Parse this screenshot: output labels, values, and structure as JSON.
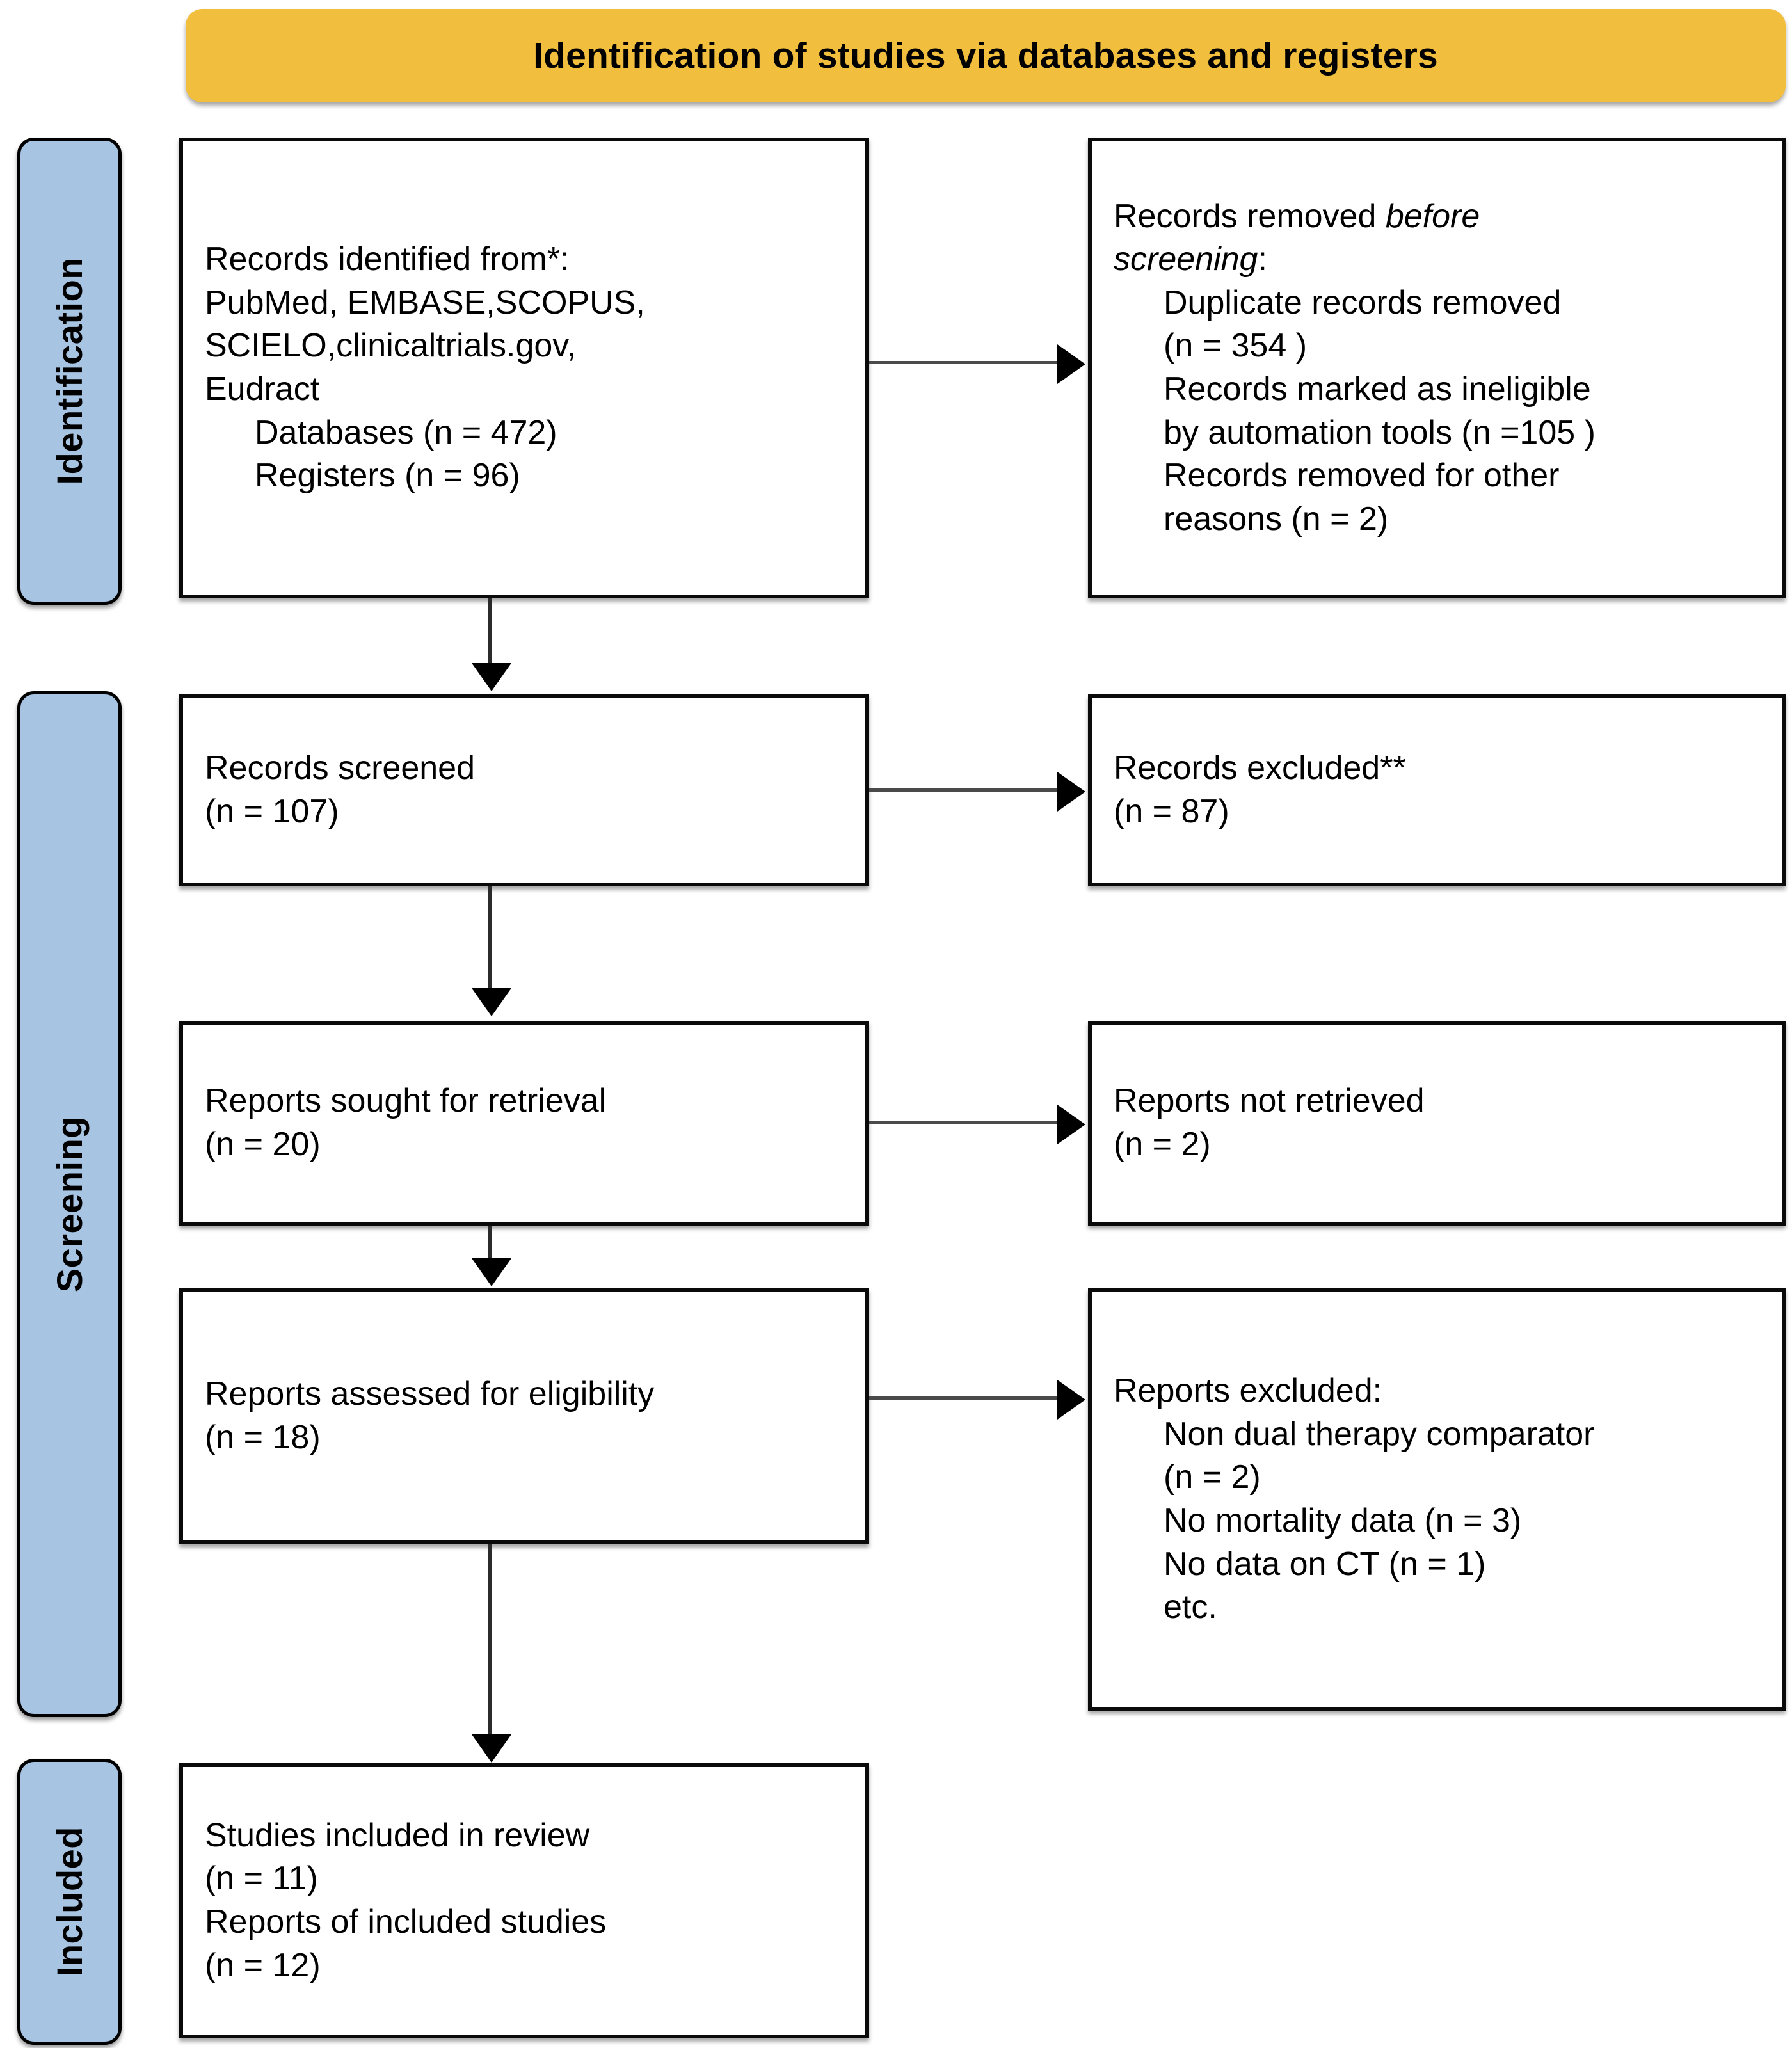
{
  "header": {
    "title": "Identification of studies via databases and registers",
    "color": "#F2BE3D"
  },
  "stages": {
    "identification": "Identification",
    "screening": "Screening",
    "included": "Included",
    "color": "#A8C4E3"
  },
  "boxes": {
    "identified": {
      "l1": "Records identified from*:",
      "l2": "PubMed, EMBASE,SCOPUS,",
      "l3": "SCIELO,clinicaltrials.gov,",
      "l4": "Eudract",
      "l5": "Databases (n = 472)",
      "l6": "Registers (n = 96)"
    },
    "removed": {
      "l1a": "Records removed ",
      "l1b": "before",
      "l2a": "screening",
      "l2b": ":",
      "l3": "Duplicate records removed",
      "l4": "(n = 354 )",
      "l5": "Records marked as ineligible",
      "l6": "by automation tools (n =105 )",
      "l7": "Records removed for other",
      "l8": "reasons (n = 2)"
    },
    "screened": {
      "l1": "Records screened",
      "l2": "(n = 107)"
    },
    "excluded_records": {
      "l1": "Records excluded**",
      "l2": "(n = 87)"
    },
    "sought": {
      "l1": "Reports sought for retrieval",
      "l2": "(n = 20)"
    },
    "not_retrieved": {
      "l1": "Reports not retrieved",
      "l2": "(n = 2)"
    },
    "assessed": {
      "l1": "Reports assessed for eligibility",
      "l2": "(n = 18)"
    },
    "reports_excluded": {
      "l1": "Reports excluded:",
      "l2": "Non dual therapy comparator",
      "l3": "(n = 2)",
      "l4": "No mortality data (n = 3)",
      "l5": "No data on CT (n = 1)",
      "l6": "etc."
    },
    "included": {
      "l1": "Studies included in review",
      "l2": "(n = 11)",
      "l3": "Reports of included studies",
      "l4": "(n = 12)"
    }
  }
}
